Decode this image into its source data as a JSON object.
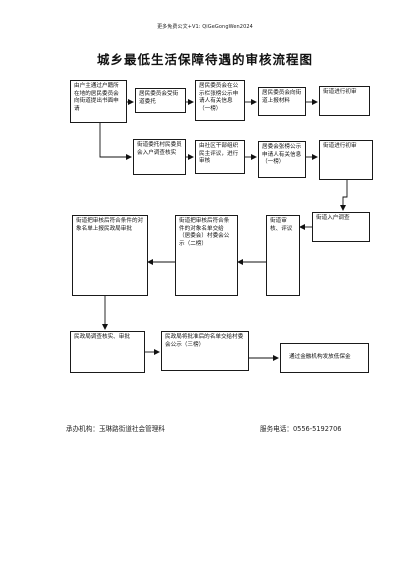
{
  "header_note": "更多免费公文+V1: QiGeGongWen2024",
  "title": "城乡最低生活保障待遇的审核流程图",
  "steps": {
    "s1": "由户主通过户籍所在地的居民委员会向街道提出书面申请",
    "s2": "居民委员会受街道委托",
    "s3": "居民委员会在公示栏张榜公示申请人有关信息（一榜）",
    "s4": "居民委员会向街道上报材料",
    "s5": "街道进行初审",
    "s6": "街道委托村民委员会入户调查核实",
    "s7": "由社区干部组织民主评议，进行审核",
    "s8": "居委会张榜公示申请人有关信息（一榜）",
    "s9": "街道进行初审",
    "s10": "街道把审核后符合条件的对象名单上报民政局审批",
    "s11": "街道把审核后符合条件的对象名单交给（居委会）村委会公示（二榜）",
    "s12": "街道审核、评议",
    "s13": "街道入户调查",
    "s14": "民政局调查核实、审批",
    "s15": "民政局将批准后的名单交给村委会公示（三榜）",
    "s16": "通过金融机构发放低保金"
  },
  "footer": {
    "organizer": "承办机构：玉琳路街道社会管理科",
    "phone": "服务电话：0556-5192706"
  }
}
